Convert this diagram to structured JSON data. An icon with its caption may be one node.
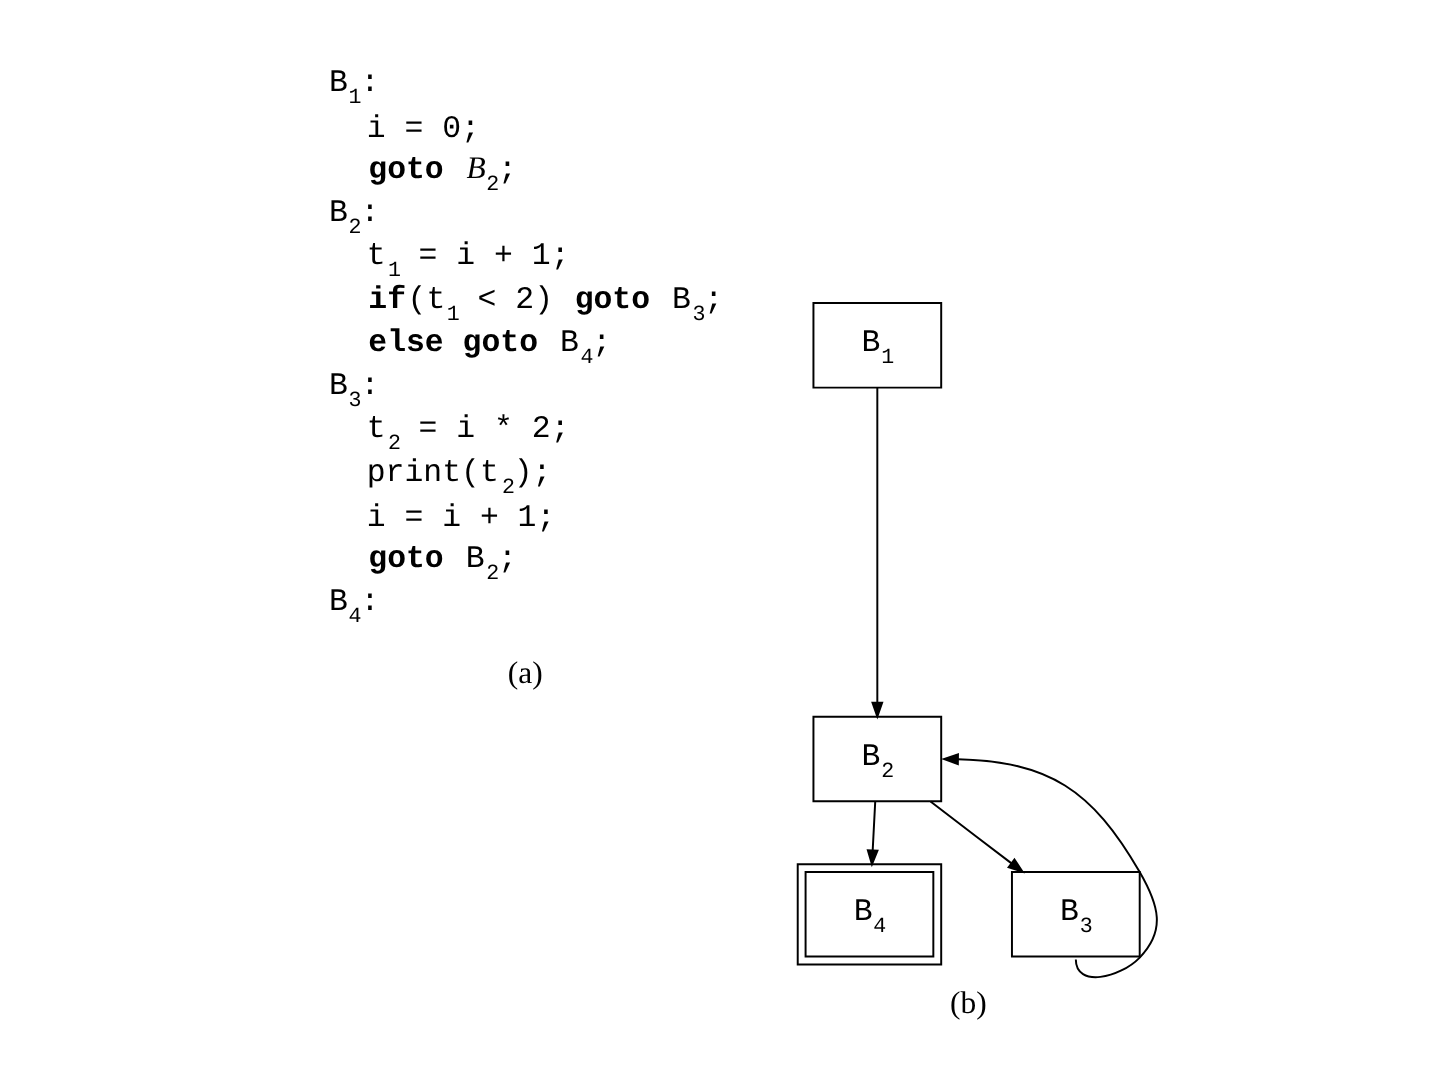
{
  "diagram": {
    "nodes": [
      {
        "text": [
          "B$_{1}$"
        ]
      },
      {
        "text": [
          "B$_{2}$"
        ]
      },
      {
        "text": [
          "B$_{4}$"
        ]
      },
      {
        "text": [
          "B$_{3}$"
        ]
      }
    ],
    "edges": [
      {
        "from": 0,
        "to": 1,
        "arrow": "to"
      },
      {
        "from": 1,
        "to": 2,
        "arrow": "to"
      },
      {
        "from": 1,
        "to": 3,
        "arrow": "to"
      },
      {
        "from": 3,
        "to": 1,
        "arrow": "to"
      }
    ],
    "labels": [
      "B$_{1}$:",
      "i = 0;",
      "**goto** *B*$_{2}$;",
      "B$_{2}$:",
      "t$_{1}$ = i + 1;",
      "**if**(t$_{1}$ < 2) **goto** B$_{3}$;",
      "**else goto** B$_{4}$;",
      "B$_{3}$:",
      "t$_{2}$ = i * 2;",
      "print(t$_{2}$);",
      "i = i + 1;",
      "**goto** B$_{2}$;",
      "B$_{4}$:",
      "(a)",
      "(b)"
    ]
  }
}
